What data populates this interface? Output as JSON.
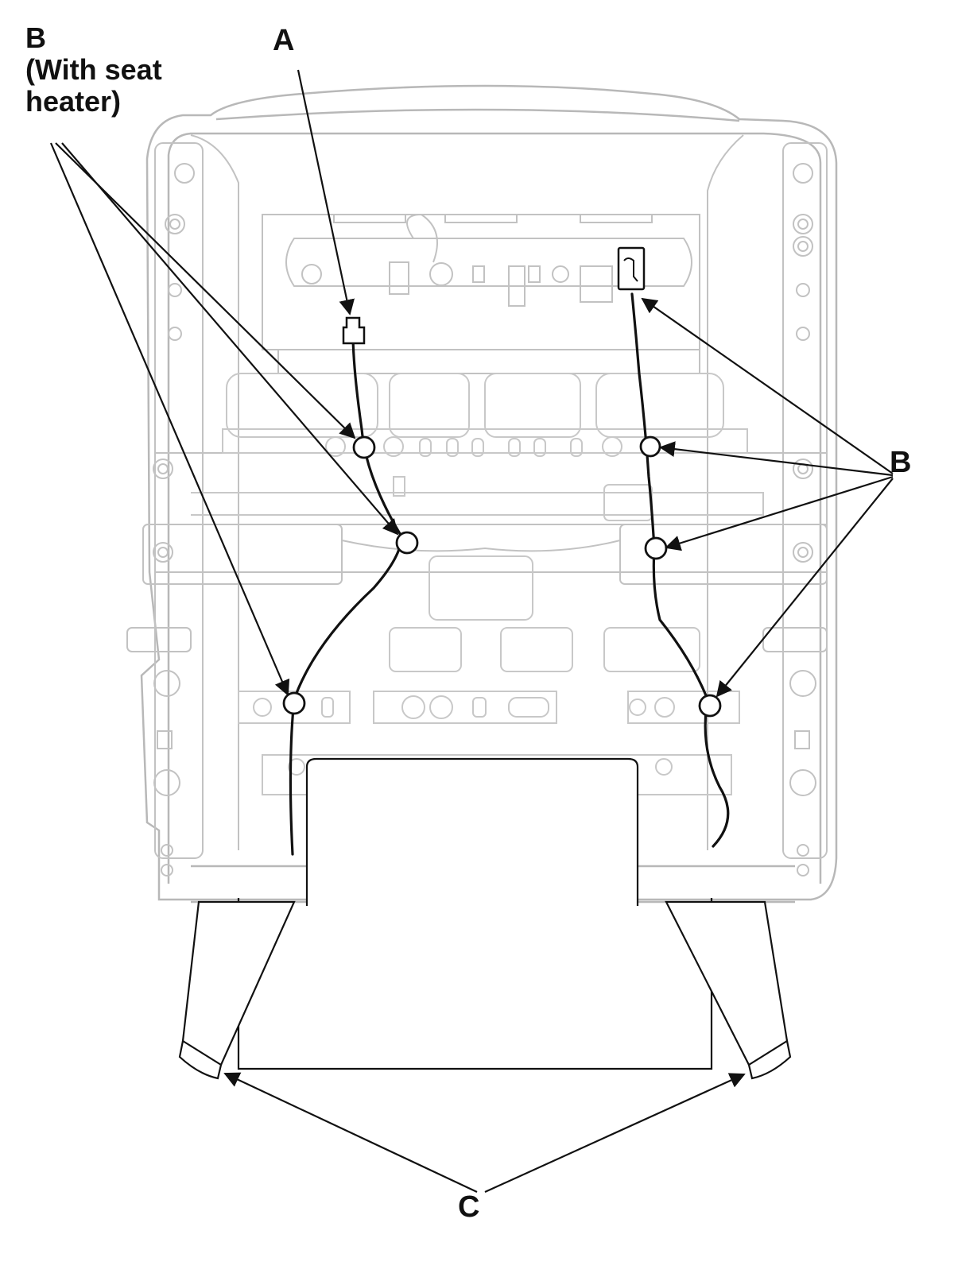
{
  "callouts": {
    "b_heater_letter": "B",
    "b_heater_note_1": "(With seat",
    "b_heater_note_2": "heater)",
    "a": "A",
    "b": "B",
    "c": "C"
  }
}
